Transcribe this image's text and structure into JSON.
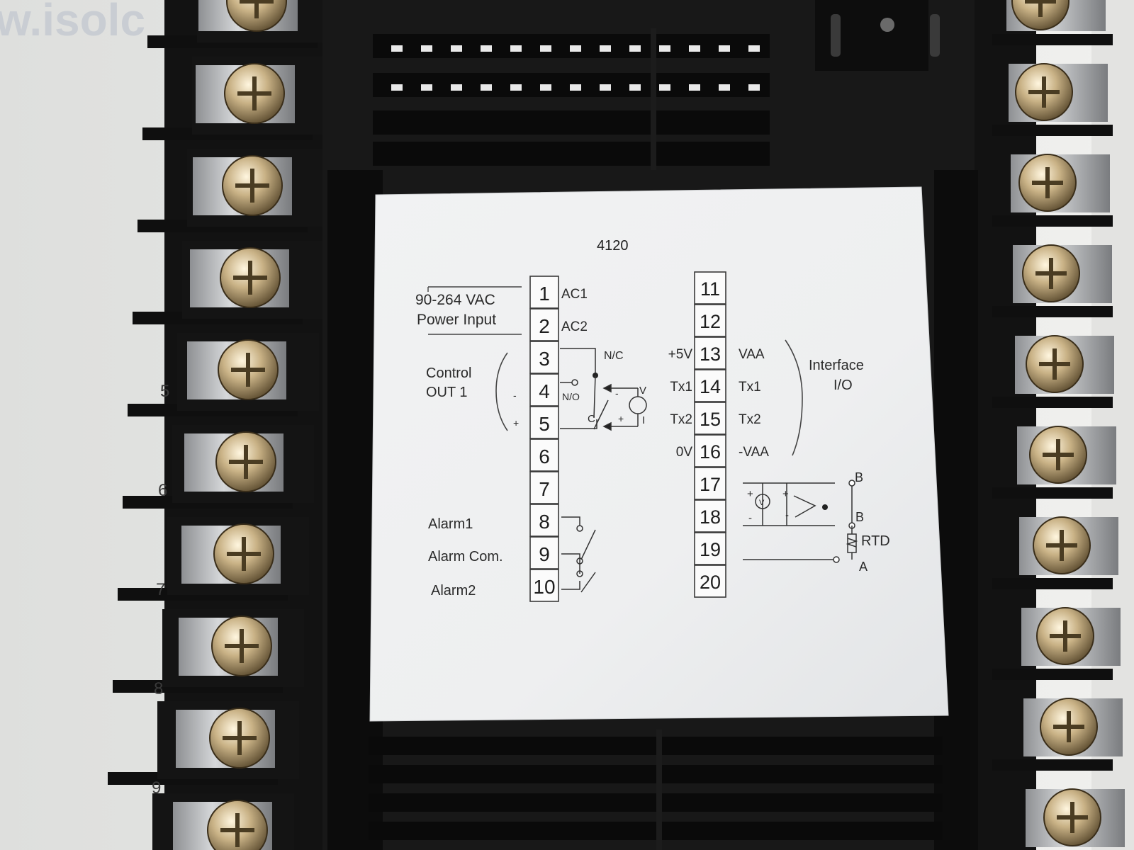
{
  "watermark": "w.isolc",
  "model": "4120",
  "left_tags": [
    "5",
    "6",
    "7",
    "8",
    "9"
  ],
  "left_terminals": [
    {
      "num": "1",
      "name": "AC1"
    },
    {
      "num": "2",
      "name": "AC2"
    },
    {
      "num": "3",
      "name": ""
    },
    {
      "num": "4",
      "name": ""
    },
    {
      "num": "5",
      "name": ""
    },
    {
      "num": "6",
      "name": ""
    },
    {
      "num": "7",
      "name": ""
    },
    {
      "num": "8",
      "name": ""
    },
    {
      "num": "9",
      "name": ""
    },
    {
      "num": "10",
      "name": ""
    }
  ],
  "right_terminals": [
    {
      "num": "11",
      "pre": "",
      "post": ""
    },
    {
      "num": "12",
      "pre": "",
      "post": ""
    },
    {
      "num": "13",
      "pre": "+5V",
      "post": "VAA"
    },
    {
      "num": "14",
      "pre": "Tx1",
      "post": "Tx1"
    },
    {
      "num": "15",
      "pre": "Tx2",
      "post": "Tx2"
    },
    {
      "num": "16",
      "pre": "0V",
      "post": "-VAA"
    },
    {
      "num": "17",
      "pre": "",
      "post": ""
    },
    {
      "num": "18",
      "pre": "",
      "post": ""
    },
    {
      "num": "19",
      "pre": "",
      "post": ""
    },
    {
      "num": "20",
      "pre": "",
      "post": ""
    }
  ],
  "power": {
    "line1": "90-264 VAC",
    "line2": "Power Input"
  },
  "control": {
    "line1": "Control",
    "line2": "OUT 1"
  },
  "relay": {
    "nc": "N/C",
    "no": "N/O",
    "c": "C",
    "v": "V",
    "i": "I",
    "minus": "-",
    "plus": "+"
  },
  "alarms": {
    "alarm1": "Alarm1",
    "com": "Alarm Com.",
    "alarm2": "Alarm2"
  },
  "interface": {
    "line1": "Interface",
    "line2": "I/O"
  },
  "sensor": {
    "b_top": "B",
    "b_mid": "B",
    "a": "A",
    "rtd": "RTD",
    "v": "V",
    "plus": "+",
    "minus": "-"
  }
}
